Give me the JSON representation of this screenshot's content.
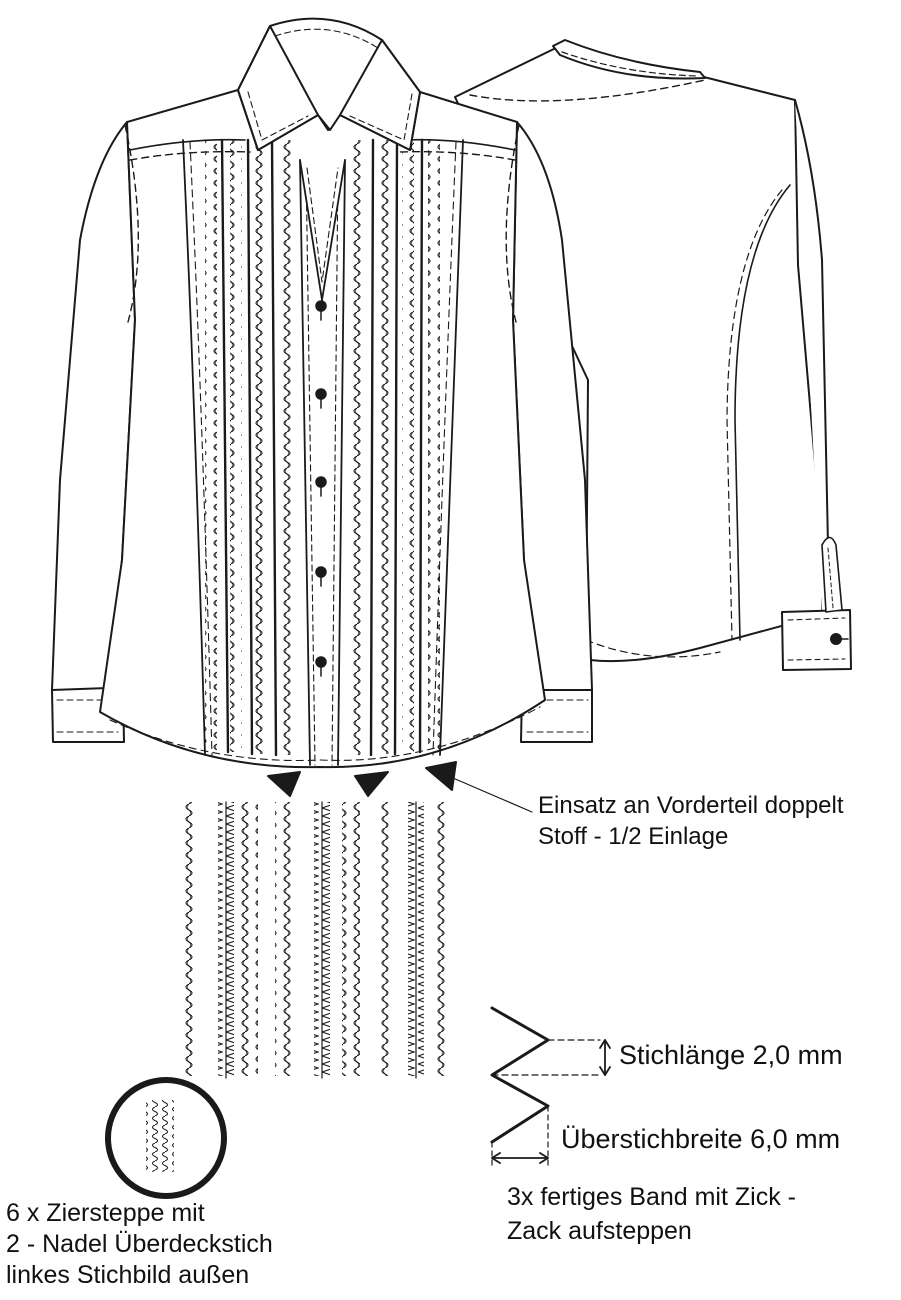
{
  "annotations": {
    "insert_note": [
      "Einsatz an Vorderteil doppelt",
      "Stoff - 1/2 Einlage"
    ],
    "stitch_length": "Stichlänge 2,0 mm",
    "stitch_width": "Überstichbreite 6,0 mm",
    "band_note": [
      "3x fertiges Band mit Zick -",
      "Zack aufsteppen"
    ],
    "decor_note": [
      "6 x Ziersteppe mit",
      "2 - Nadel Überdeckstich",
      "linkes Stichbild außen"
    ]
  },
  "colors": {
    "line": "#1a1a1a",
    "background": "#ffffff"
  }
}
